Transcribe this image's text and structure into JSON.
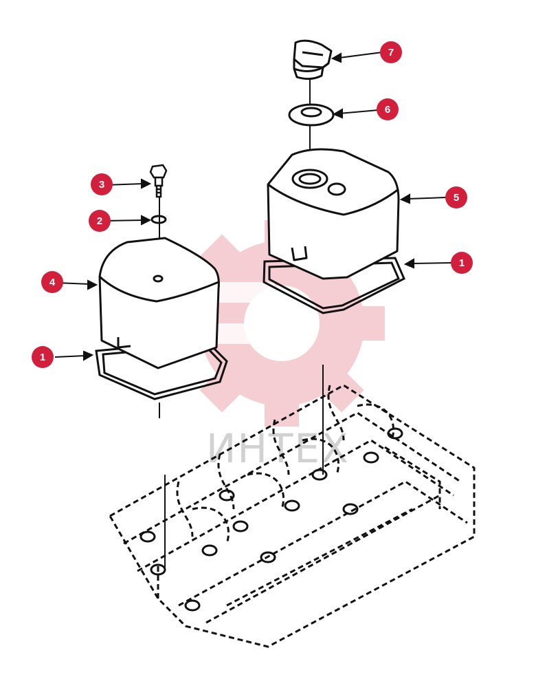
{
  "diagram": {
    "colors": {
      "line": "#111111",
      "callout_fill": "#d21f3c",
      "callout_text": "#ffffff",
      "watermark_gear": "#f4c6cc",
      "watermark_text": "#c9c9c9"
    },
    "watermark": {
      "logo": "gear-logo",
      "text": "ИНТЕХ"
    },
    "callouts": [
      {
        "id": "gasket-right",
        "label": "1"
      },
      {
        "id": "gasket-left",
        "label": "1"
      },
      {
        "id": "o-ring",
        "label": "2"
      },
      {
        "id": "bolt",
        "label": "3"
      },
      {
        "id": "cover-left",
        "label": "4"
      },
      {
        "id": "cover-right",
        "label": "5"
      },
      {
        "id": "washer",
        "label": "6"
      },
      {
        "id": "filler-cap",
        "label": "7"
      }
    ]
  }
}
